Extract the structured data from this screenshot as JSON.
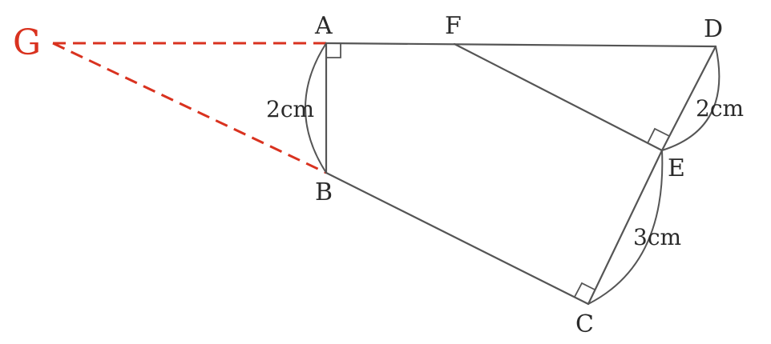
{
  "figure": {
    "points": {
      "A": "A",
      "B": "B",
      "C": "C",
      "D": "D",
      "E": "E",
      "F": "F",
      "G": "G"
    },
    "measurements": {
      "AB": "2cm",
      "DE": "2cm",
      "EC": "3cm"
    },
    "colors": {
      "line": "#555555",
      "text": "#2a2a2a",
      "accent_red": "#d9321f"
    }
  }
}
